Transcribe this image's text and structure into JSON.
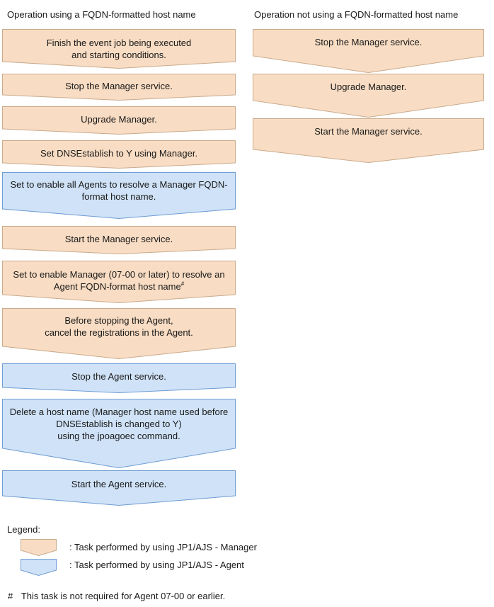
{
  "colors": {
    "manager_fill": "#f8dcc3",
    "manager_stroke": "#c9ab8d",
    "agent_fill": "#cfe2f7",
    "agent_stroke": "#6f9cd4"
  },
  "left_column": {
    "heading": "Operation using a FQDN-formatted host name",
    "steps": [
      {
        "line1": "Finish the event job being executed",
        "line2": "and starting conditions.",
        "performer": "manager"
      },
      {
        "line1": "Stop the Manager service.",
        "performer": "manager"
      },
      {
        "line1": "Upgrade Manager.",
        "performer": "manager"
      },
      {
        "line1": "Set DNSEstablish to Y using Manager.",
        "performer": "manager"
      },
      {
        "line1": "Set to enable all Agents to resolve a Manager FQDN-",
        "line2": "format host name.",
        "performer": "agent"
      },
      {
        "line1": "Start the Manager service.",
        "performer": "manager"
      },
      {
        "line1": "Set to enable Manager (07-00 or later) to resolve an",
        "line2": "Agent FQDN-format host name",
        "mark": "#",
        "performer": "manager"
      },
      {
        "line1": "Before stopping the Agent,",
        "line2": "cancel the registrations in the Agent.",
        "performer": "manager"
      },
      {
        "line1": "Stop the Agent service.",
        "performer": "agent"
      },
      {
        "line1": "Delete a host name (Manager host name used before",
        "line2": "DNSEstablish is changed to Y)",
        "line3": "using the jpoagoec command.",
        "performer": "agent"
      },
      {
        "line1": "Start the Agent service.",
        "performer": "agent"
      }
    ]
  },
  "right_column": {
    "heading": "Operation not using a FQDN-formatted host name",
    "steps": [
      {
        "line1": "Stop the Manager service.",
        "performer": "manager"
      },
      {
        "line1": "Upgrade Manager.",
        "performer": "manager"
      },
      {
        "line1": "Start the Manager service.",
        "performer": "manager"
      }
    ]
  },
  "legend": {
    "title": "Legend:",
    "manager_label": ": Task performed by using JP1/AJS - Manager",
    "agent_label": ": Task  performed by using JP1/AJS - Agent"
  },
  "footnote": {
    "mark": "#",
    "text": "This task is not required for Agent 07-00 or earlier."
  }
}
